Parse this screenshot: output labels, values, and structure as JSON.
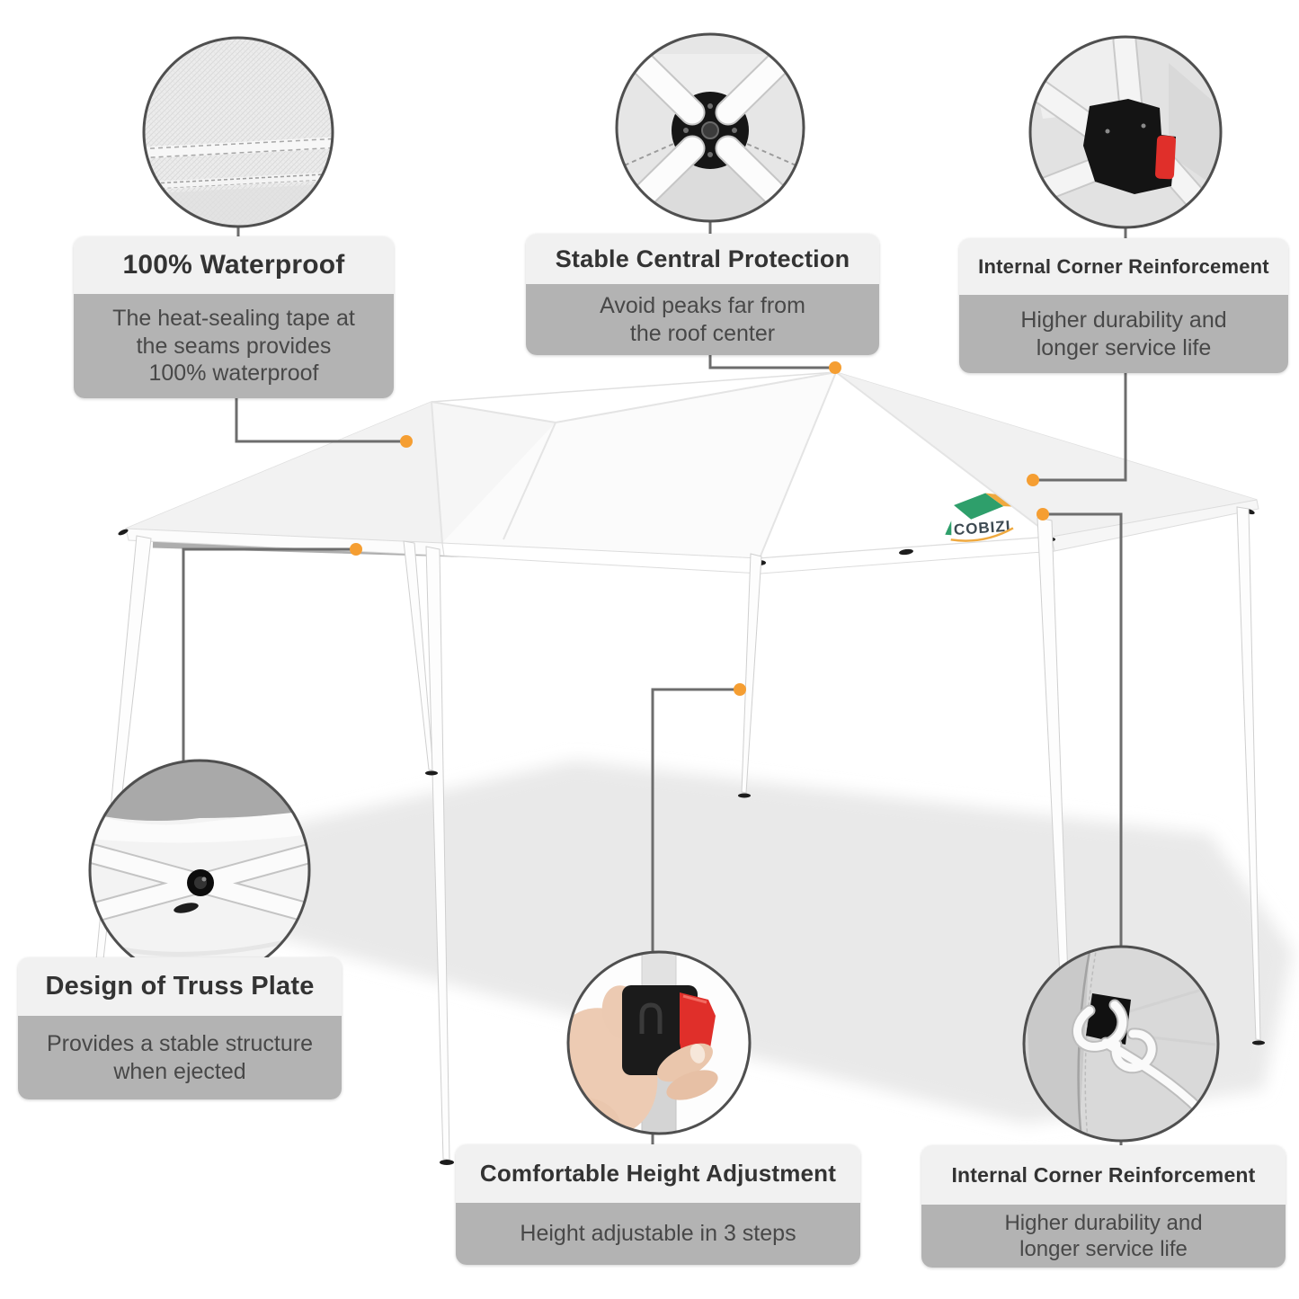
{
  "brand": {
    "logo_text": "COBIZI"
  },
  "callouts": {
    "waterproof": {
      "title": "100% Waterproof",
      "body": "The heat-sealing tape at\nthe seams provides\n100% waterproof"
    },
    "central": {
      "title": "Stable Central Protection",
      "body": "Avoid peaks far from\nthe roof center"
    },
    "corner_top": {
      "title": "Internal Corner Reinforcement",
      "body": "Higher durability and\nlonger service life"
    },
    "truss": {
      "title": "Design of Truss Plate",
      "body": "Provides a stable structure\nwhen ejected"
    },
    "height": {
      "title": "Comfortable Height Adjustment",
      "body": "Height adjustable in 3 steps"
    },
    "corner_bottom": {
      "title": "Internal Corner Reinforcement",
      "body": "Higher durability and\nlonger service life"
    }
  },
  "colors": {
    "accent_orange": "#F59E32",
    "title_bg": "#F1F1F1",
    "body_bg": "#B3B3B3",
    "title_text": "#333333",
    "body_text": "#484848",
    "connector": "#6D6D6D",
    "logo_green": "#2E9F6B",
    "logo_orange": "#EFA93F",
    "button_red": "#E02F2A"
  }
}
